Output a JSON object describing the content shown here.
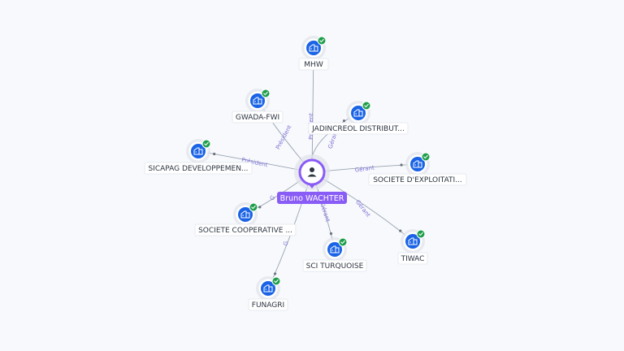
{
  "colors": {
    "edge": "#9aa4b2",
    "edge_label": "#7d6fd6",
    "company_icon": "#1a63e6",
    "check_badge": "#1e9e4a",
    "center": "#8a5cf6"
  },
  "center": {
    "name": "Bruno WACHTER",
    "icon": "person-icon"
  },
  "nodes": [
    {
      "id": "n1",
      "label": "MHW",
      "edge_label": "Président",
      "icon": "building-icon",
      "badge": "check-icon"
    },
    {
      "id": "n2",
      "label": "JADINCREOL DISTRIBUT...",
      "edge_label": "Gérant",
      "icon": "building-icon",
      "badge": "check-icon"
    },
    {
      "id": "n3",
      "label": "GWADA-FWI",
      "edge_label": "Président",
      "icon": "building-icon",
      "badge": "check-icon"
    },
    {
      "id": "n4",
      "label": "SICAPAG DEVELOPPEMEN...",
      "edge_label": "Président",
      "icon": "building-icon",
      "badge": "check-icon"
    },
    {
      "id": "n5",
      "label": "SOCIETE D'EXPLOITATI...",
      "edge_label": "Gérant",
      "icon": "building-icon",
      "badge": "check-icon"
    },
    {
      "id": "n6",
      "label": "SOCIETE COOPERATIVE ...",
      "edge_label": "G",
      "icon": "building-icon",
      "badge": "check-icon"
    },
    {
      "id": "n7",
      "label": "TIWAC",
      "edge_label": "Gérant",
      "icon": "building-icon",
      "badge": "check-icon"
    },
    {
      "id": "n8",
      "label": "SCI TURQUOISE",
      "edge_label": "Gérant",
      "icon": "building-icon",
      "badge": "check-icon"
    },
    {
      "id": "n9",
      "label": "FUNAGRI",
      "edge_label": "G",
      "icon": "building-icon",
      "badge": "check-icon"
    }
  ]
}
